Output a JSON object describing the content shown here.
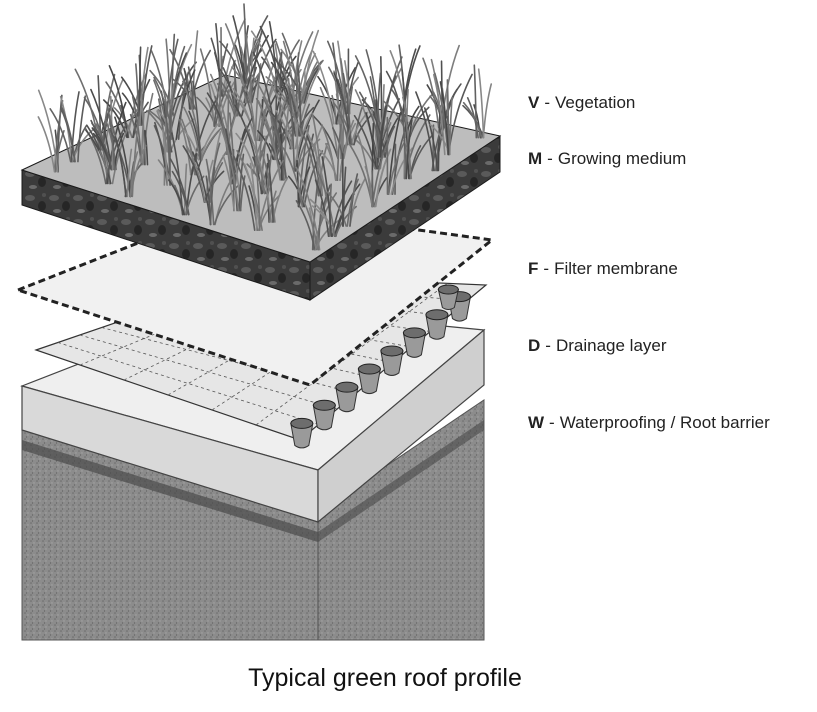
{
  "caption": "Typical green roof profile",
  "legend": [
    {
      "key": "V",
      "separator": "-",
      "label": "Vegetation"
    },
    {
      "key": "M",
      "separator": "-",
      "label": "Growing medium"
    },
    {
      "key": "F",
      "separator": "-",
      "label": "Filter membrane"
    },
    {
      "key": "D",
      "separator": "-",
      "label": "Drainage layer"
    },
    {
      "key": "W",
      "separator": "-",
      "label": "Waterproofing / Root barrier"
    }
  ],
  "colors": {
    "substrate": "#8a8a8a",
    "waterproofing": "#dadada",
    "drainage": "#e4e4e4",
    "filter": "#ececec",
    "growing_medium": "#3a3a3a",
    "vegetation": "#6e6e6e"
  }
}
